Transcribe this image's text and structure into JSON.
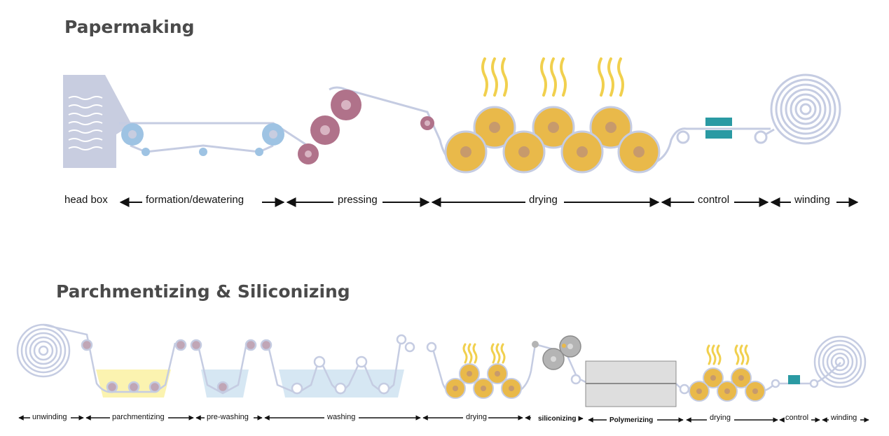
{
  "sections": {
    "papermaking": {
      "title": "Papermaking",
      "stages": [
        "head box",
        "formation/dewatering",
        "pressing",
        "drying",
        "control",
        "winding"
      ]
    },
    "parchment": {
      "title": "Parchmentizing & Siliconizing",
      "stages": [
        "unwinding",
        "parchmentizing",
        "pre-washing",
        "washing",
        "drying",
        "siliconizing",
        "Polymerizing",
        "drying",
        "control",
        "winding"
      ]
    }
  },
  "colors": {
    "web": "#c5cce2",
    "forming_roll": "#9ec3e3",
    "press_roll": "#b0728a",
    "dryer": "#e9b94a",
    "dryer_core": "#c79a6c",
    "steam": "#f1d04e",
    "control": "#2a9aa3",
    "vat_yellow": "#fbf3b0",
    "vat_blue": "#d6e7f3",
    "silicon_roll": "#b4b4b4",
    "oven": "#dedede",
    "text_title": "#4a4a4a"
  },
  "icons": [
    "head-box-icon",
    "forming-roll-icon",
    "press-roll-icon",
    "dryer-cylinder-icon",
    "steam-icon",
    "control-sensor-icon",
    "paper-reel-icon",
    "treatment-vat-icon",
    "silicon-roll-icon",
    "oven-icon",
    "arrow-icon"
  ]
}
